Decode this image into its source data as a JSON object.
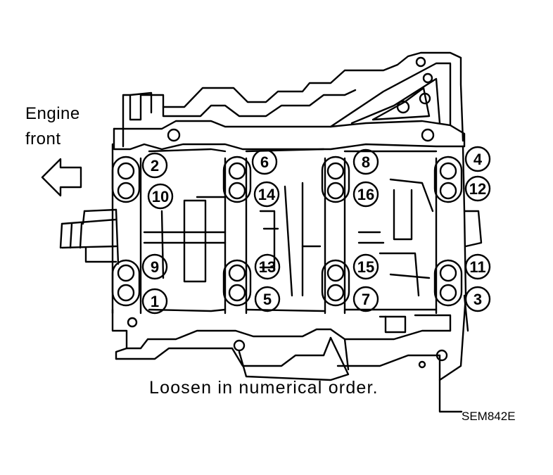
{
  "labels": {
    "engine_front": [
      "Engine",
      "front"
    ],
    "caption": "Loosen in numerical order.",
    "figure_code": "SEM842E"
  },
  "bolt_numbers": [
    "1",
    "2",
    "3",
    "4",
    "5",
    "6",
    "7",
    "8",
    "9",
    "10",
    "11",
    "12",
    "13",
    "14",
    "15",
    "16"
  ],
  "icons": {
    "direction_arrow": "left-arrow-icon"
  },
  "colors": {
    "line": "#000000",
    "background": "#ffffff"
  }
}
